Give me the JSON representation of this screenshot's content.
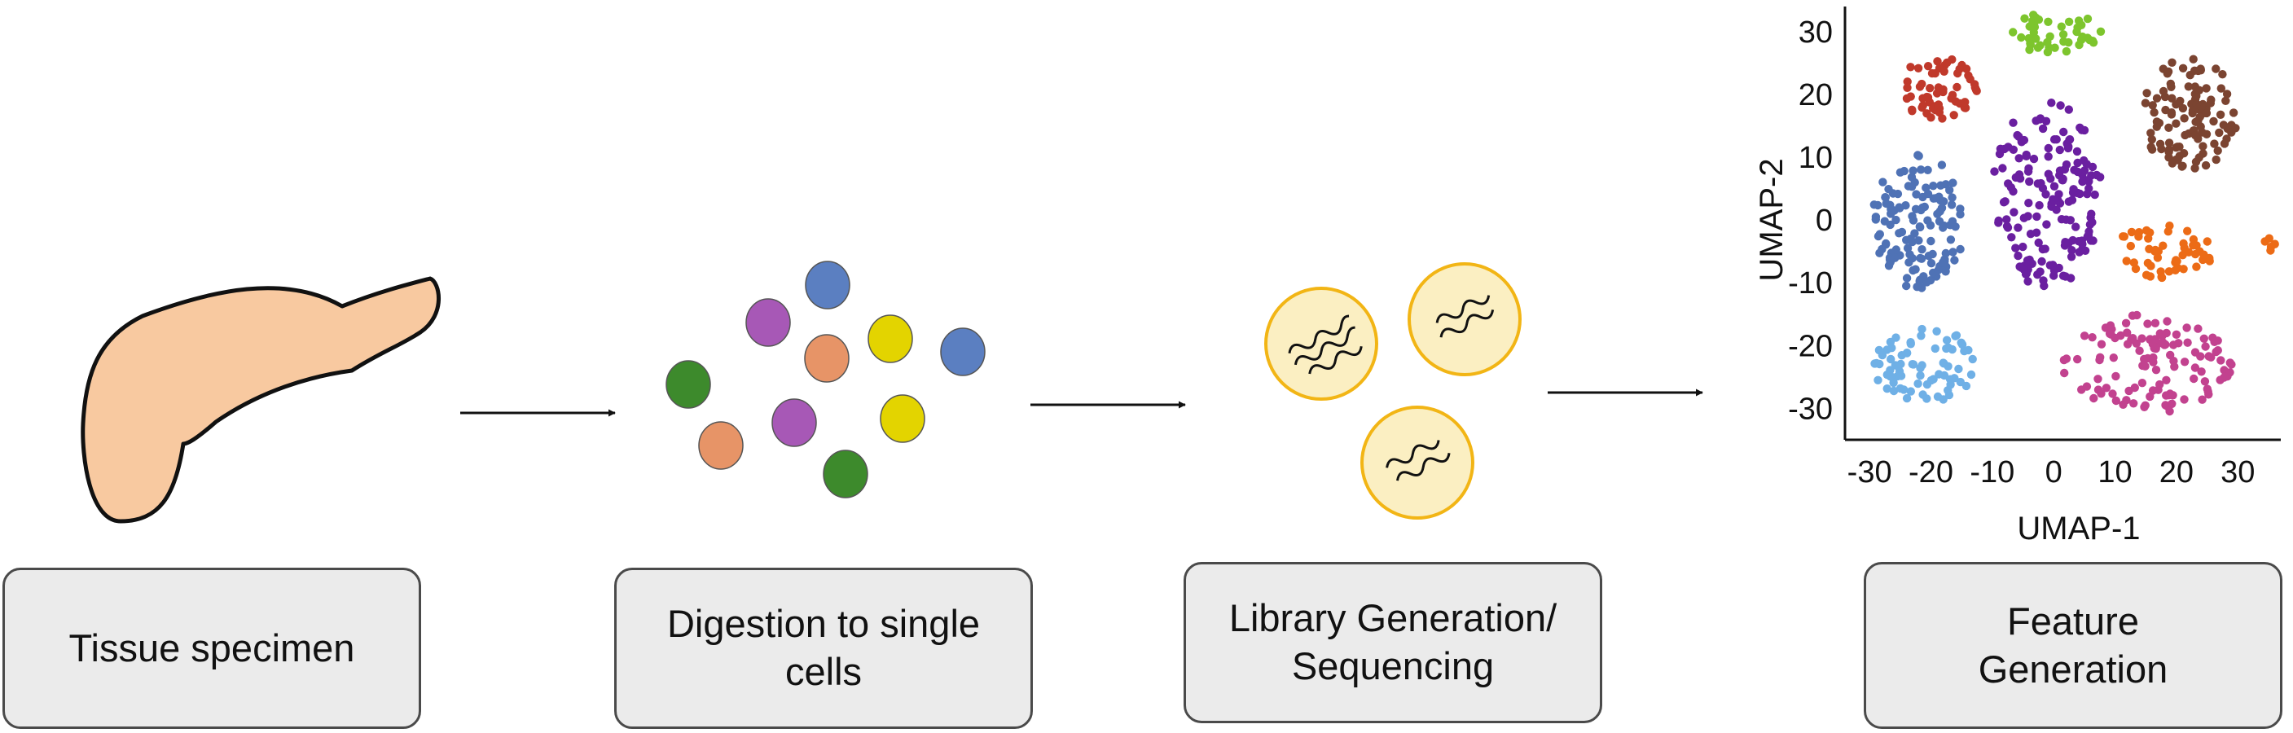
{
  "steps": [
    {
      "label": "Tissue specimen"
    },
    {
      "label": "Digestion to single\ncells"
    },
    {
      "label": "Library Generation/\nSequencing"
    },
    {
      "label": "Feature\nGeneration"
    }
  ],
  "icons": {
    "tissue": "pancreas-tissue-icon",
    "cells": "single-cell-icon",
    "droplets": "sequencing-droplet-icon",
    "arrows": "right-arrow-icon"
  },
  "colors": {
    "tissue_fill": "#f8c9a0",
    "droplet_fill": "#fbefc2",
    "droplet_stroke": "#f2b515",
    "box_fill": "#ebebeb"
  },
  "cells": [
    {
      "color": "#5b7fc1"
    },
    {
      "color": "#a758b6"
    },
    {
      "color": "#e79467"
    },
    {
      "color": "#e3d400"
    },
    {
      "color": "#5b7fc1"
    },
    {
      "color": "#3d8a2c"
    },
    {
      "color": "#a758b6"
    },
    {
      "color": "#e3d400"
    },
    {
      "color": "#e79467"
    },
    {
      "color": "#3d8a2c"
    }
  ],
  "chart_data": {
    "type": "scatter",
    "xlabel": "UMAP-1",
    "ylabel": "UMAP-2",
    "xticks": [
      -30,
      -20,
      -10,
      0,
      10,
      20,
      30
    ],
    "yticks": [
      30,
      20,
      10,
      0,
      -10,
      -20,
      -30
    ],
    "xlim": [
      -34,
      37
    ],
    "ylim": [
      -35,
      34
    ],
    "clusters": [
      {
        "color": "#7dc52d",
        "center": [
          0,
          30
        ],
        "spread": [
          8,
          3.5
        ],
        "n": 45
      },
      {
        "color": "#c0392b",
        "center": [
          -19,
          21
        ],
        "spread": [
          6.5,
          5
        ],
        "n": 60
      },
      {
        "color": "#7b4431",
        "center": [
          22,
          17
        ],
        "spread": [
          8,
          9
        ],
        "n": 110
      },
      {
        "color": "#4f72b5",
        "center": [
          -22,
          0
        ],
        "spread": [
          7.5,
          11
        ],
        "n": 130
      },
      {
        "color": "#6a1fa0",
        "center": [
          -1,
          4
        ],
        "spread": [
          9,
          15
        ],
        "n": 170
      },
      {
        "color": "#ec6b16",
        "center": [
          18,
          -5
        ],
        "spread": [
          8,
          4.5
        ],
        "n": 50
      },
      {
        "color": "#ec6b16",
        "center": [
          35,
          -4
        ],
        "spread": [
          1.5,
          1.2
        ],
        "n": 5
      },
      {
        "color": "#6fb0e6",
        "center": [
          -21,
          -23
        ],
        "spread": [
          8.5,
          6
        ],
        "n": 75
      },
      {
        "color": "#c2428f",
        "center": [
          15,
          -23
        ],
        "spread": [
          14,
          8
        ],
        "n": 120
      }
    ]
  }
}
